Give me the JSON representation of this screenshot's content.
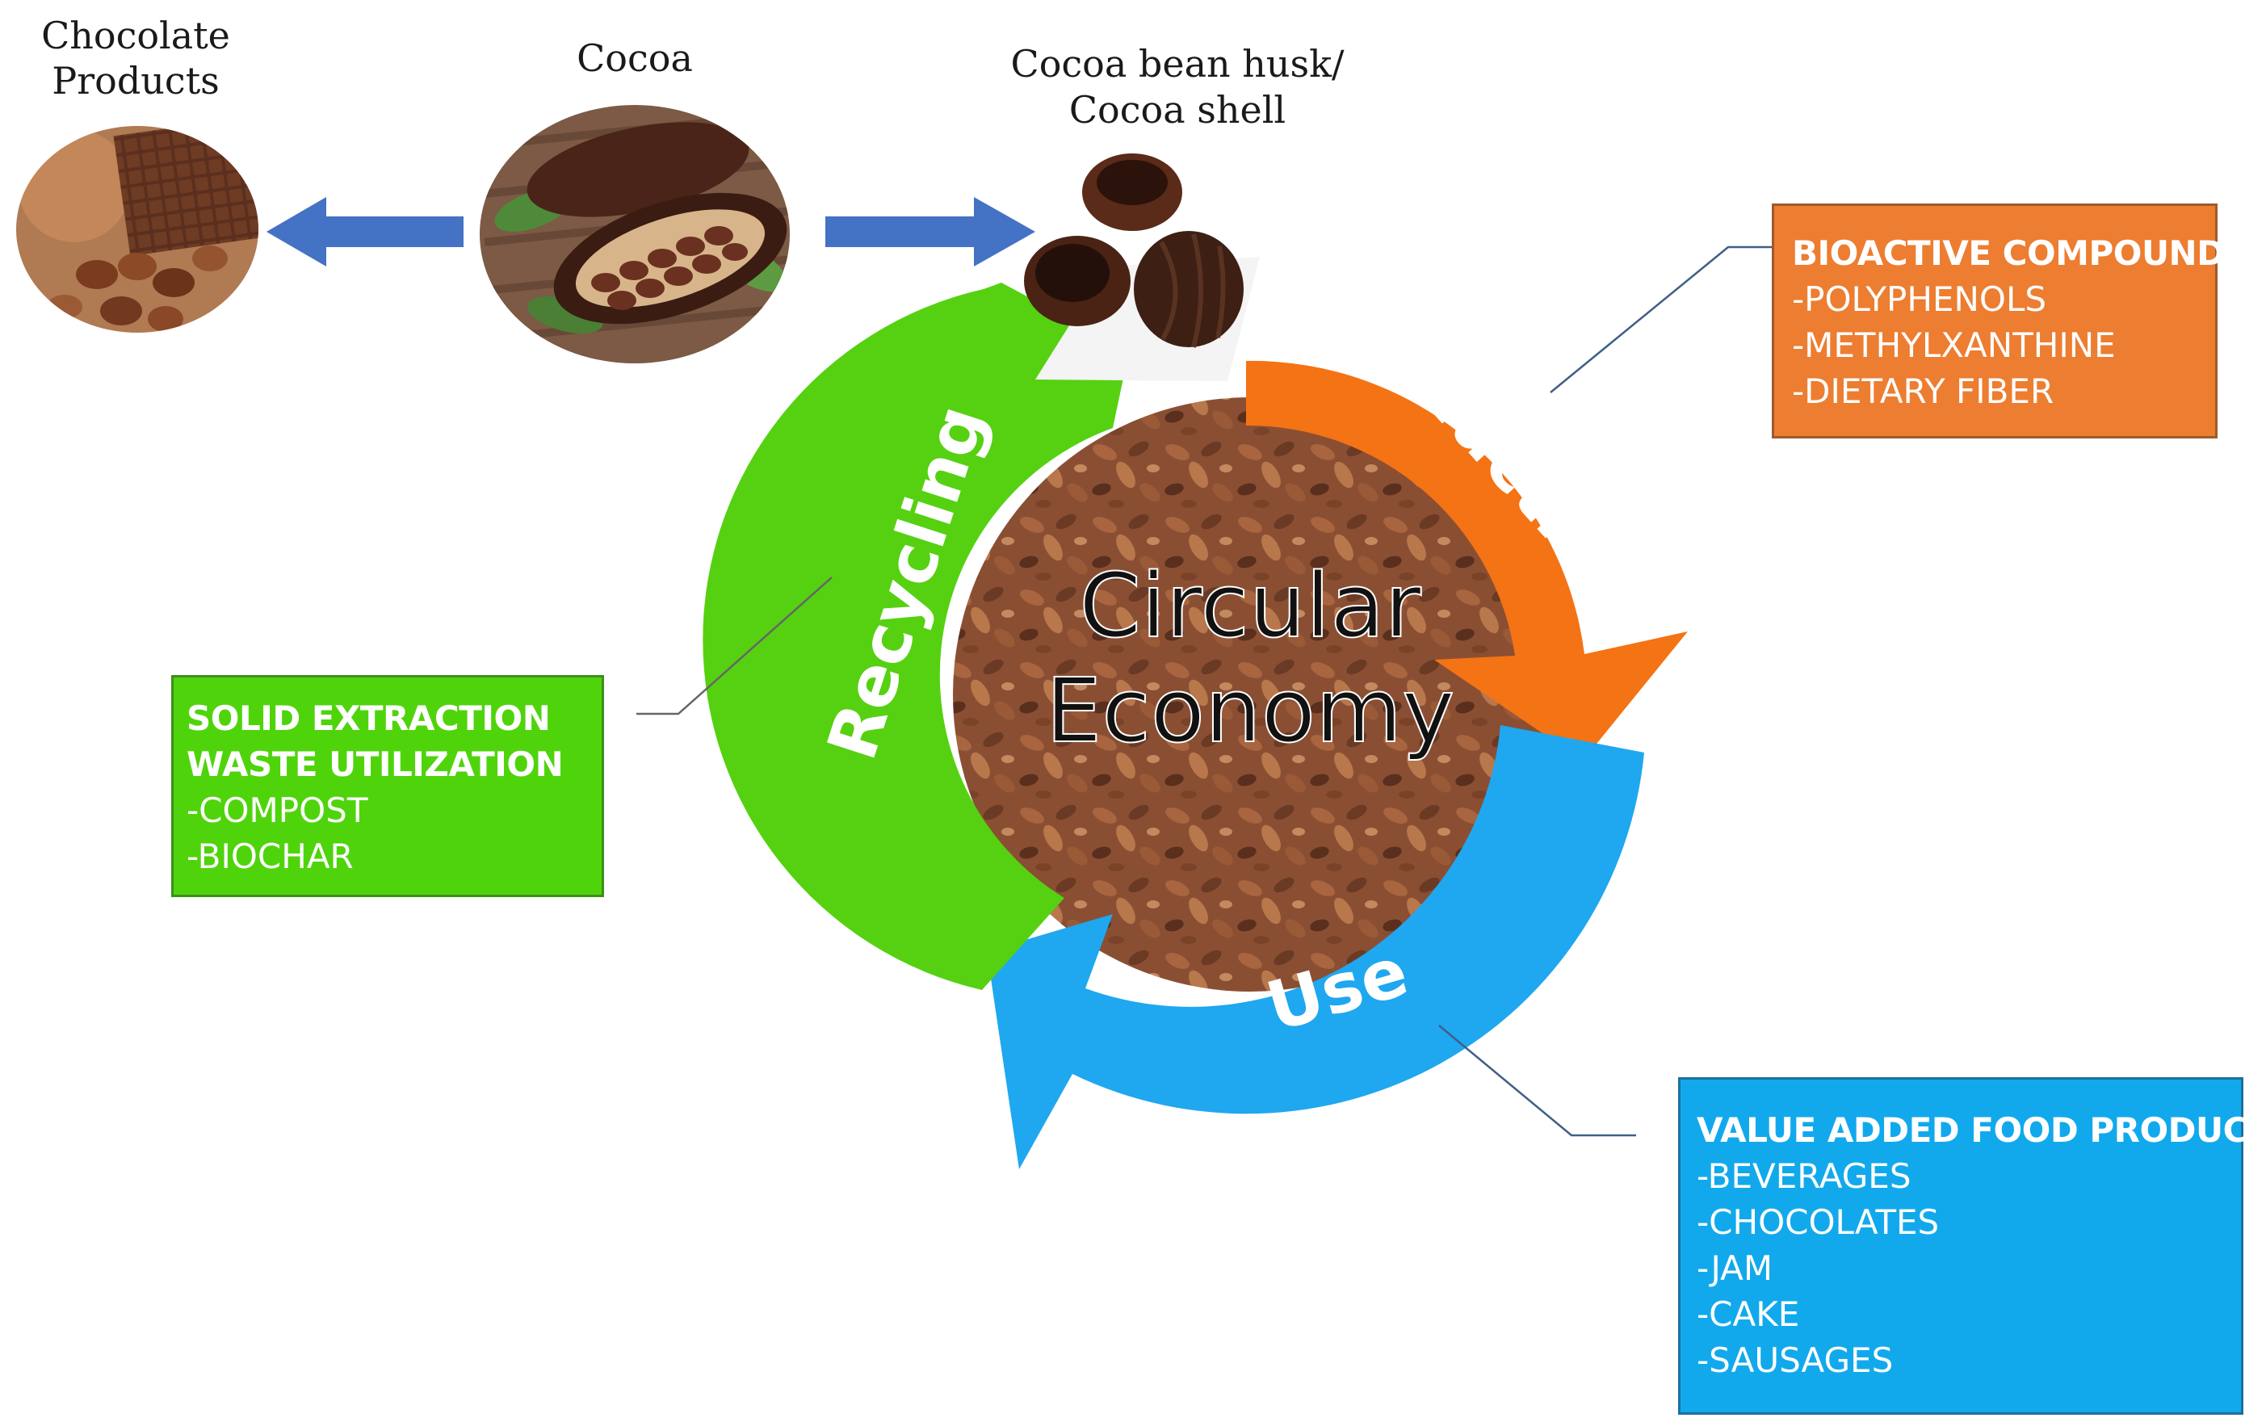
{
  "labels": {
    "chocolate_line1": "Chocolate",
    "chocolate_line2": "Products",
    "cocoa": "Cocoa",
    "husk_line1": "Cocoa bean husk/",
    "husk_line2": "Cocoa shell"
  },
  "cycle": {
    "center_line1": "Circular",
    "center_line2": "Economy",
    "production": "Production",
    "use": "Use",
    "recycling": "Recycling"
  },
  "boxes": {
    "bioactive": {
      "heading": "BIOACTIVE COMPOUNDS",
      "items": [
        "-POLYPHENOLS",
        "-METHYLXANTHINE",
        "-DIETARY FIBER"
      ]
    },
    "solid": {
      "heading1": "SOLID EXTRACTION",
      "heading2": "WASTE UTILIZATION",
      "items": [
        "-COMPOST",
        "-BIOCHAR"
      ]
    },
    "value": {
      "heading": "VALUE ADDED FOOD PRODUCTS",
      "items": [
        "-BEVERAGES",
        "-CHOCOLATES",
        "-JAM",
        "-CAKE",
        "-SAUSAGES"
      ]
    }
  },
  "colors": {
    "production": "#F47314",
    "use": "#1FA7F0",
    "recycling": "#55D111",
    "flow_arrow": "#4472C4"
  }
}
